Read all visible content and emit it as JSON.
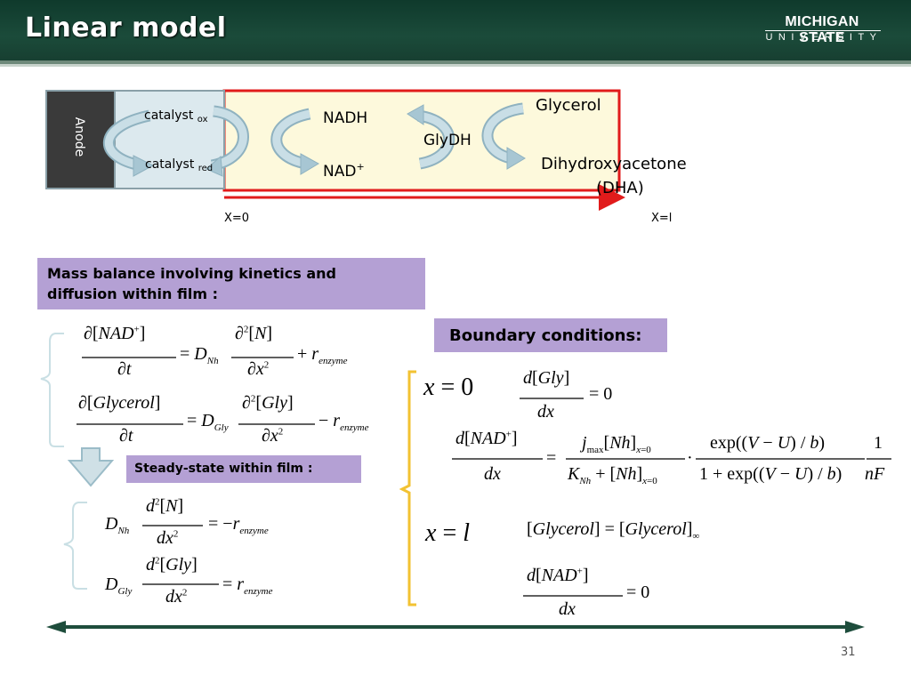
{
  "slide": {
    "title": "Linear model",
    "logo_line1": "MICHIGAN STATE",
    "logo_line2": "UNIVERSITY",
    "page_number": "31"
  },
  "diagram": {
    "anode": "Anode",
    "catalyst_ox": "catalyst",
    "catalyst_ox_sub": "ox",
    "catalyst_red": "catalyst",
    "catalyst_red_sub": "red",
    "nadh": "NADH",
    "nad": "NAD",
    "nad_sup": "+",
    "glydh": "GlyDH",
    "glycerol": "Glycerol",
    "dha_line1": "Dihydroxyacetone",
    "dha_line2": "(DHA)",
    "x0": "X=0",
    "xl": "X=l"
  },
  "sections": {
    "mass_balance_line1": "Mass balance involving kinetics and",
    "mass_balance_line2": "diffusion within film :",
    "steady_state": "Steady-state within film :",
    "boundary": "Boundary conditions:"
  },
  "colors": {
    "header": "#1b4b3a",
    "purple_box": "#b4a0d4",
    "red_frame": "#e11b1b",
    "yellow_bg": "#fdf9dc",
    "bracket": "#f2c232",
    "arrow": "#a7c6d3",
    "timeline": "#1e4d3c"
  }
}
